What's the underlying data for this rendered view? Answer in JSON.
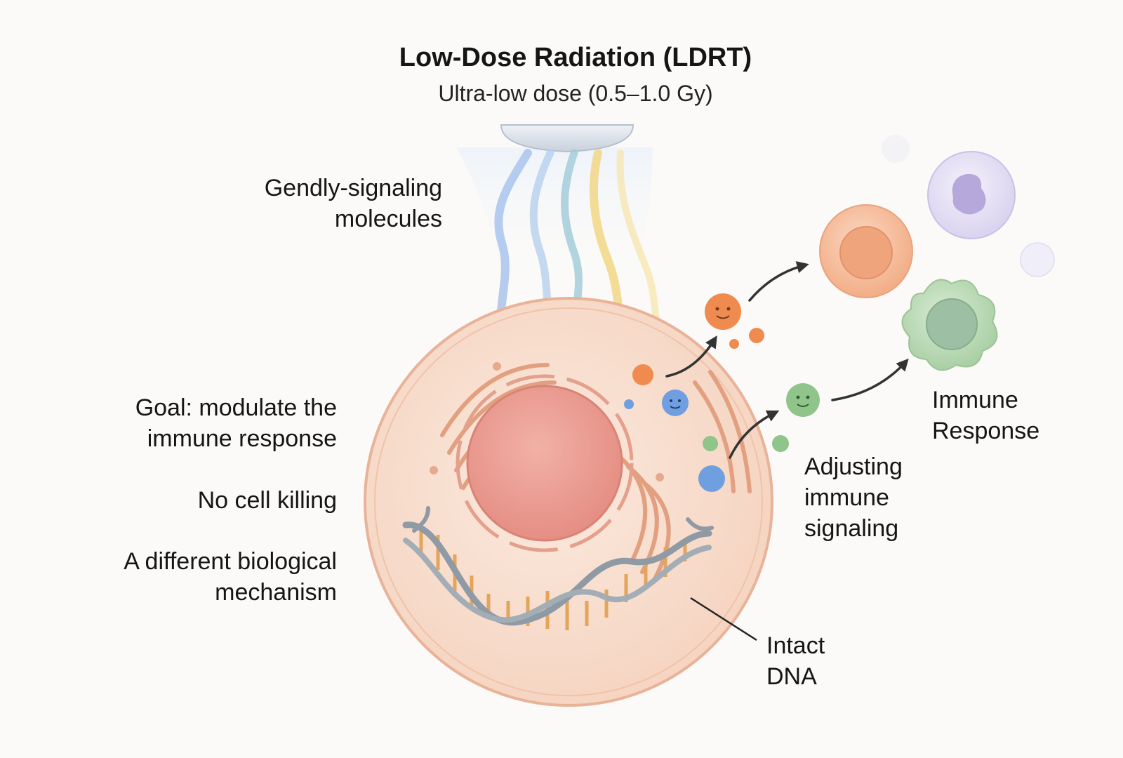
{
  "header": {
    "title": "Low-Dose Radiation (LDRT)",
    "subtitle": "Ultra-low dose (0.5–1.0 Gy)"
  },
  "labels": {
    "signaling_line1": "Gendly-signaling",
    "signaling_line2": "molecules",
    "goal_line1": "Goal: modulate the",
    "goal_line2": "immune response",
    "no_killing": "No cell killing",
    "mechanism_line1": "A different biological",
    "mechanism_line2": "mechanism",
    "adjusting_line1": "Adjusting",
    "adjusting_line2": "immune",
    "adjusting_line3": "signaling",
    "immune_line1": "Immune",
    "immune_line2": "Response",
    "dna_line1": "Intact",
    "dna_line2": "DNA"
  },
  "colors": {
    "cell_fill": "#f8dccb",
    "cell_border": "#e8b398",
    "nucleus": "#ec9d92",
    "organelle": "#e2a080",
    "dna_backbone": "#8f9aa4",
    "dna_rungs": "#e3a55c",
    "beam_blue": "#a9c5ee",
    "beam_teal": "#9fcbd9",
    "beam_yellow": "#f2d98c",
    "molecule_orange": "#f08b4f",
    "molecule_blue": "#6f9fe0",
    "molecule_green": "#8fc48a",
    "immune_orange": "#f3b590",
    "immune_purple": "#d6d0ee",
    "immune_green": "#b9d8b4",
    "arrow": "#333333"
  },
  "icons": [
    "radiation-source-icon",
    "smiley-molecule-icon",
    "immune-cell-icon",
    "dna-helix-icon"
  ]
}
